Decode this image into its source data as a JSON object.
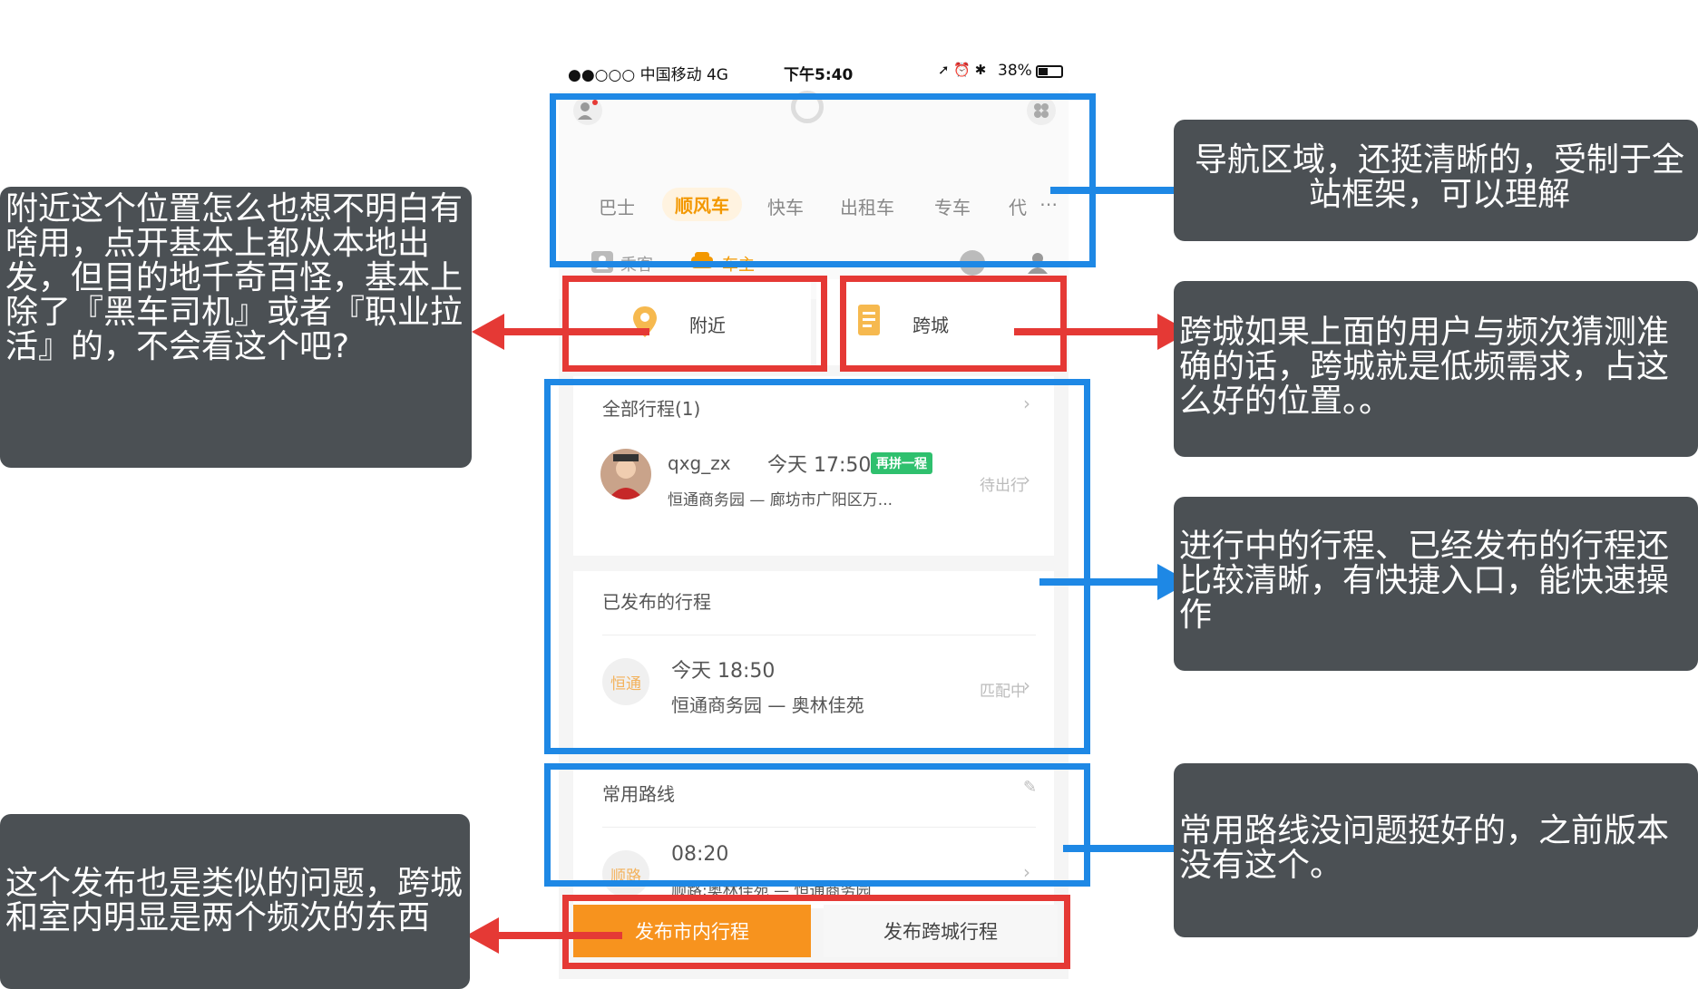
{
  "status_bar": {
    "carrier": "●●○○○ 中国移动  4G",
    "time": "下午5:40",
    "right": "38%"
  },
  "nav_tabs": [
    "巴士",
    "顺风车",
    "快车",
    "出租车",
    "专车",
    "代"
  ],
  "roles": {
    "passenger": "乘客",
    "driver": "车主"
  },
  "quick_entries": {
    "nearby": "附近",
    "cross_city": "跨城"
  },
  "trips": {
    "all_title": "全部行程(1)",
    "user": "qxg_zx",
    "time": "今天 17:50",
    "badge": "再拼一程",
    "route": "恒通商务园 — 廊坊市广阳区万...",
    "status": "待出行"
  },
  "published": {
    "title": "已发布的行程",
    "tag": "恒通",
    "time": "今天 18:50",
    "route": "恒通商务园 — 奥林佳苑",
    "status": "匹配中"
  },
  "common_routes": {
    "title": "常用路线",
    "tag": "顺路",
    "time": "08:20",
    "route": "顺路:奥林佳苑 — 恒通商务园"
  },
  "buttons": {
    "local": "发布市内行程",
    "cross": "发布跨城行程"
  },
  "annotations": {
    "nav": "导航区域，还挺清晰的，受制于全站框架，可以理解",
    "nearby": "附近这个位置怎么也想不明白有啥用，点开基本上都从本地出发，但目的地千奇百怪，基本上除了『黑车司机』或者『职业拉活』的，不会看这个吧?",
    "cross_city": "跨城如果上面的用户与频次猜测准确的话，跨城就是低频需求，占这么好的位置。。",
    "trips": "进行中的行程、已经发布的行程还比较清晰，有快捷入口，能快速操作",
    "routes": "常用路线没问题挺好的，之前版本没有这个。",
    "publish": "这个发布也是类似的问题，跨城和室内明显是两个频次的东西"
  },
  "colors": {
    "accent": "#f39800",
    "highlight_blue": "#1e88e5",
    "highlight_red": "#e53935",
    "note_bg": "#4b5054"
  }
}
